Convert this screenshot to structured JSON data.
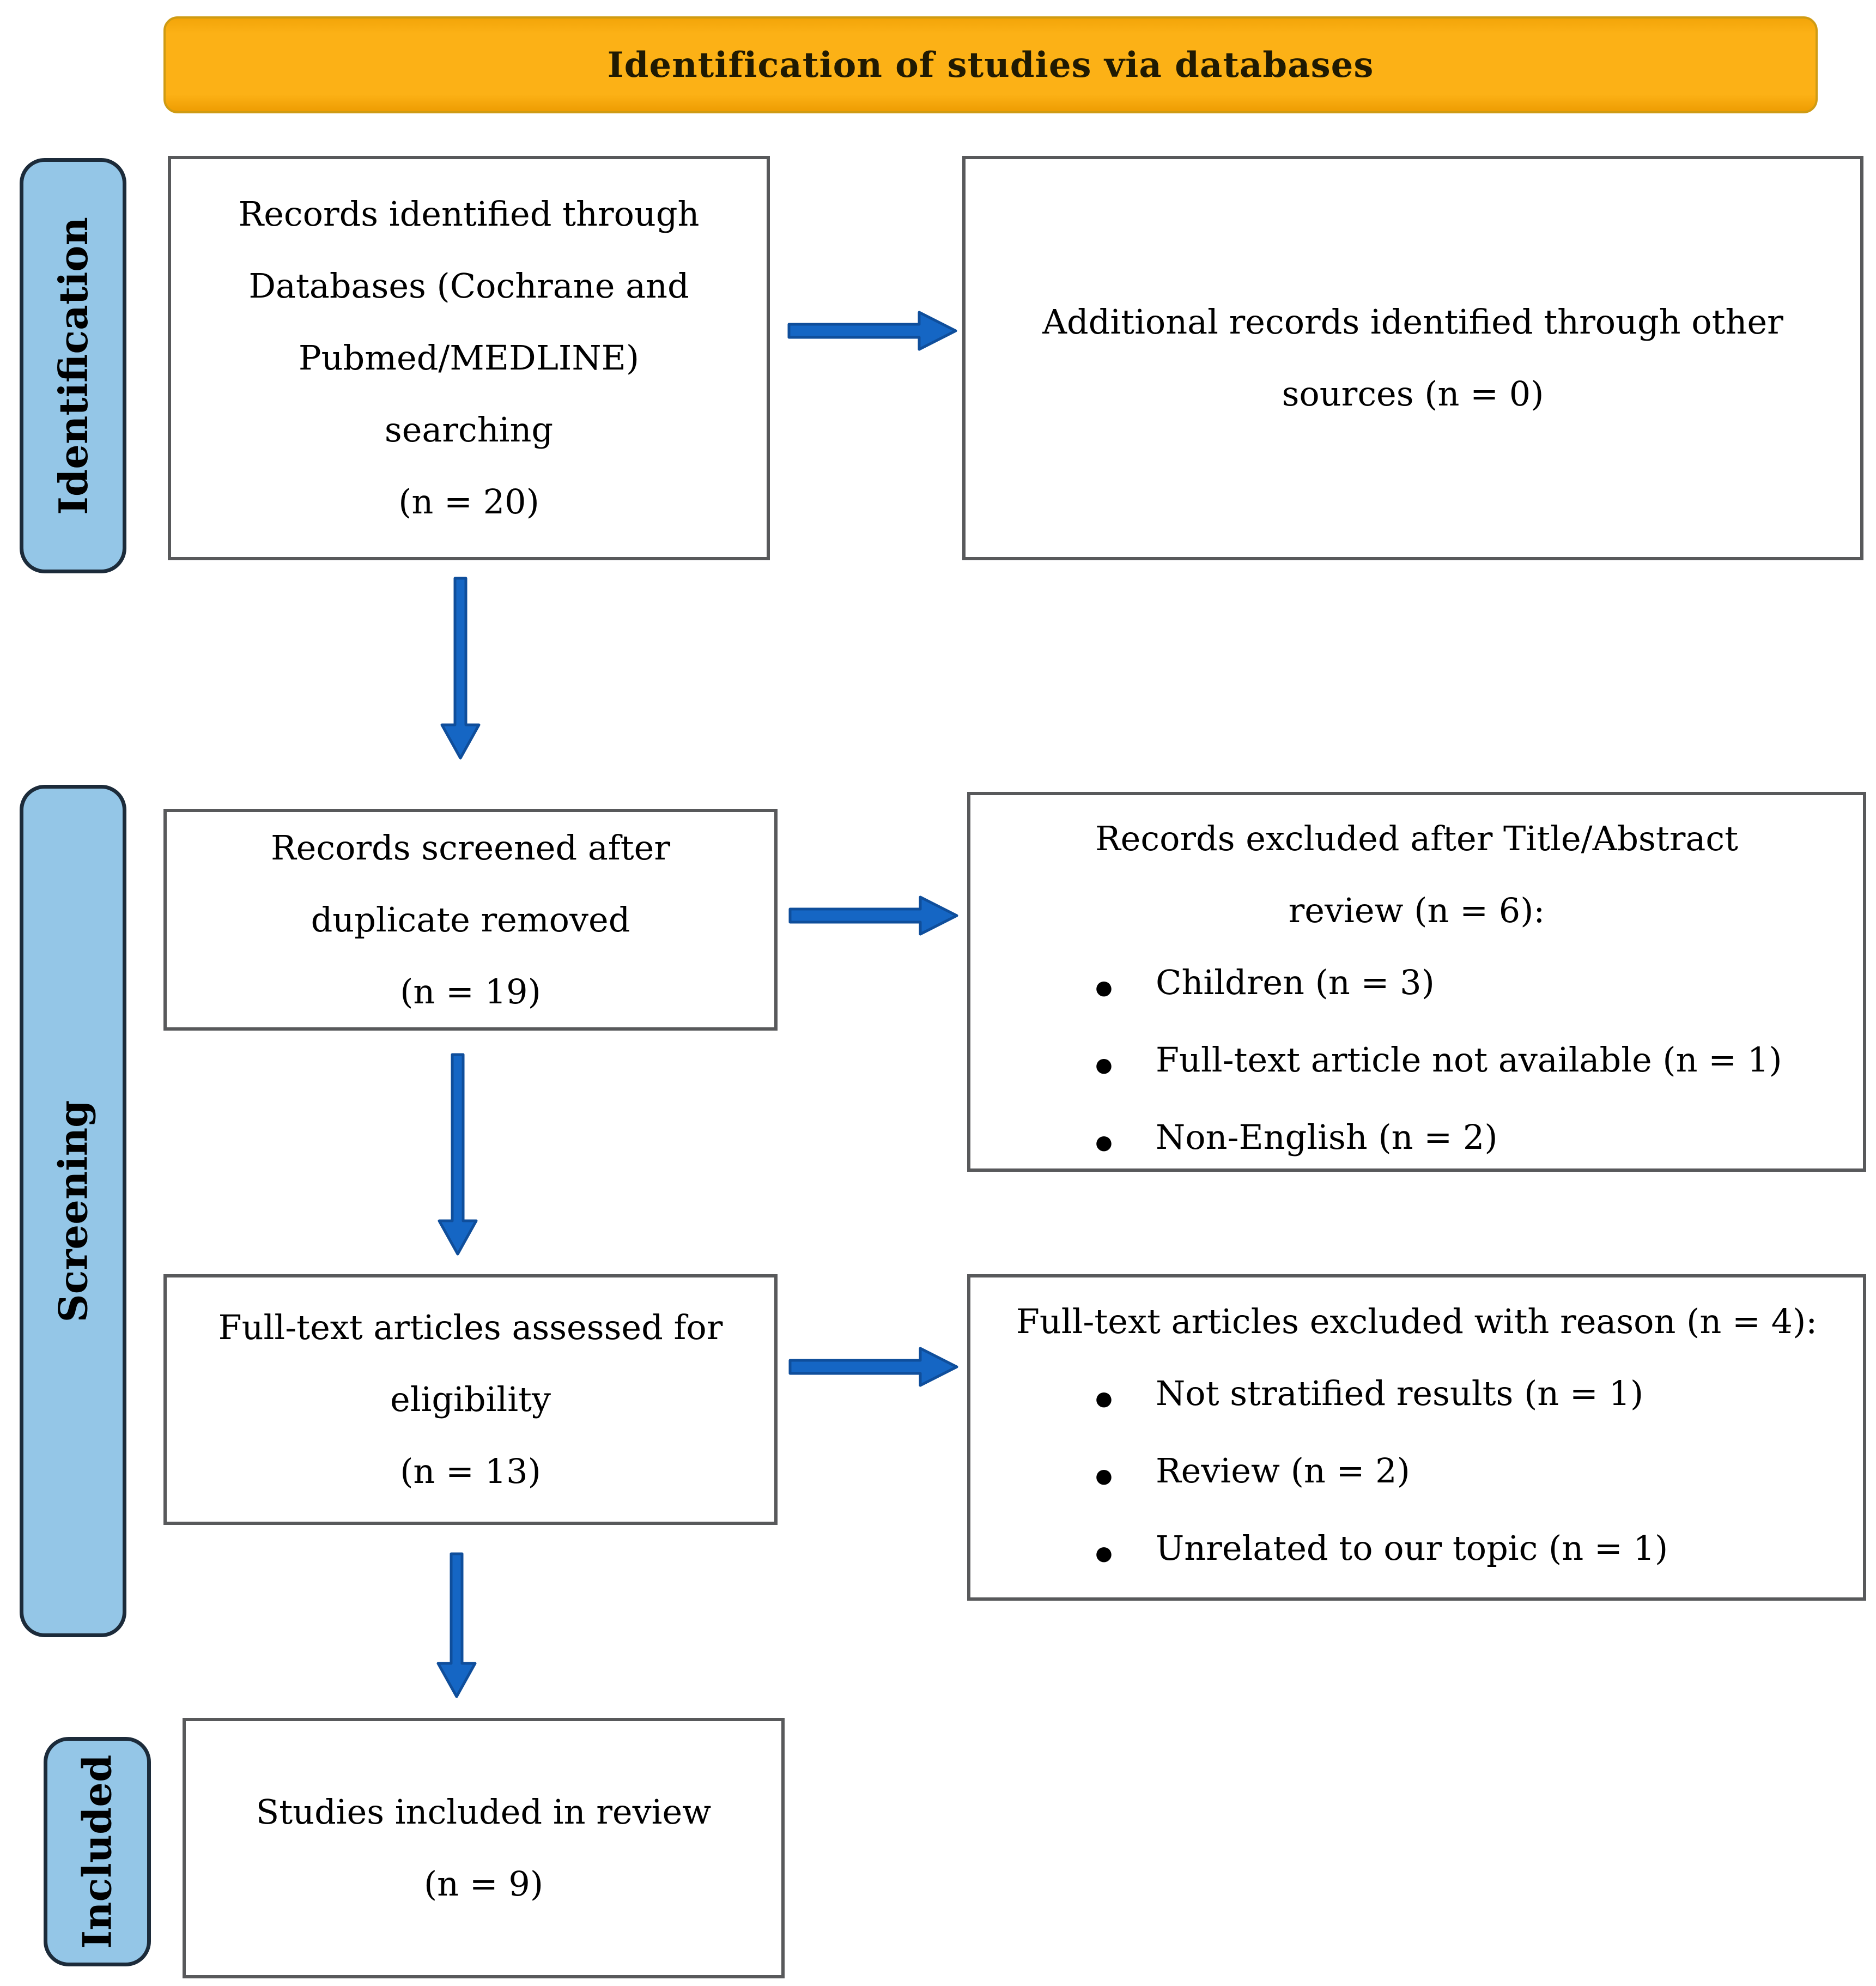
{
  "banner": {
    "title": "Identification of studies via databases"
  },
  "stages": [
    {
      "label": "Identification"
    },
    {
      "label": "Screening"
    },
    {
      "label": "Included"
    }
  ],
  "boxes": {
    "identified": {
      "lines": [
        "Records identified through",
        "Databases (Cochrane and",
        "Pubmed/MEDLINE)",
        "searching",
        "(n = 20)"
      ]
    },
    "additional_sources": {
      "lines": [
        "Additional records identified through other",
        "sources (n = 0)"
      ]
    },
    "screened": {
      "lines": [
        "Records screened after",
        "duplicate removed",
        "(n = 19)"
      ]
    },
    "excluded_screening": {
      "title_lines": [
        "Records excluded after Title/Abstract",
        "review (n = 6):"
      ],
      "bullets": [
        "Children (n = 3)",
        "Full-text article not available (n = 1)",
        "Non-English (n = 2)"
      ]
    },
    "assessed": {
      "lines": [
        "Full-text articles assessed for",
        "eligibility",
        "(n = 13)"
      ]
    },
    "excluded_fulltext": {
      "title_lines": [
        "Full-text articles excluded with reason (n = 4):"
      ],
      "bullets": [
        "Not stratified results (n = 1)",
        "Review (n = 2)",
        "Unrelated to our topic (n = 1)"
      ]
    },
    "included": {
      "lines": [
        "Studies included in review",
        "(n = 9)"
      ]
    }
  },
  "colors": {
    "banner_fill": "#fcb116",
    "banner_border": "#cf9b13",
    "banner_text": "#201a02",
    "stage_fill": "#94c6e7",
    "stage_border": "#1c2b3a",
    "box_border": "#58595b",
    "text": "#000000",
    "arrow_fill": "#1566c4",
    "arrow_stroke": "#0f4e9b"
  }
}
